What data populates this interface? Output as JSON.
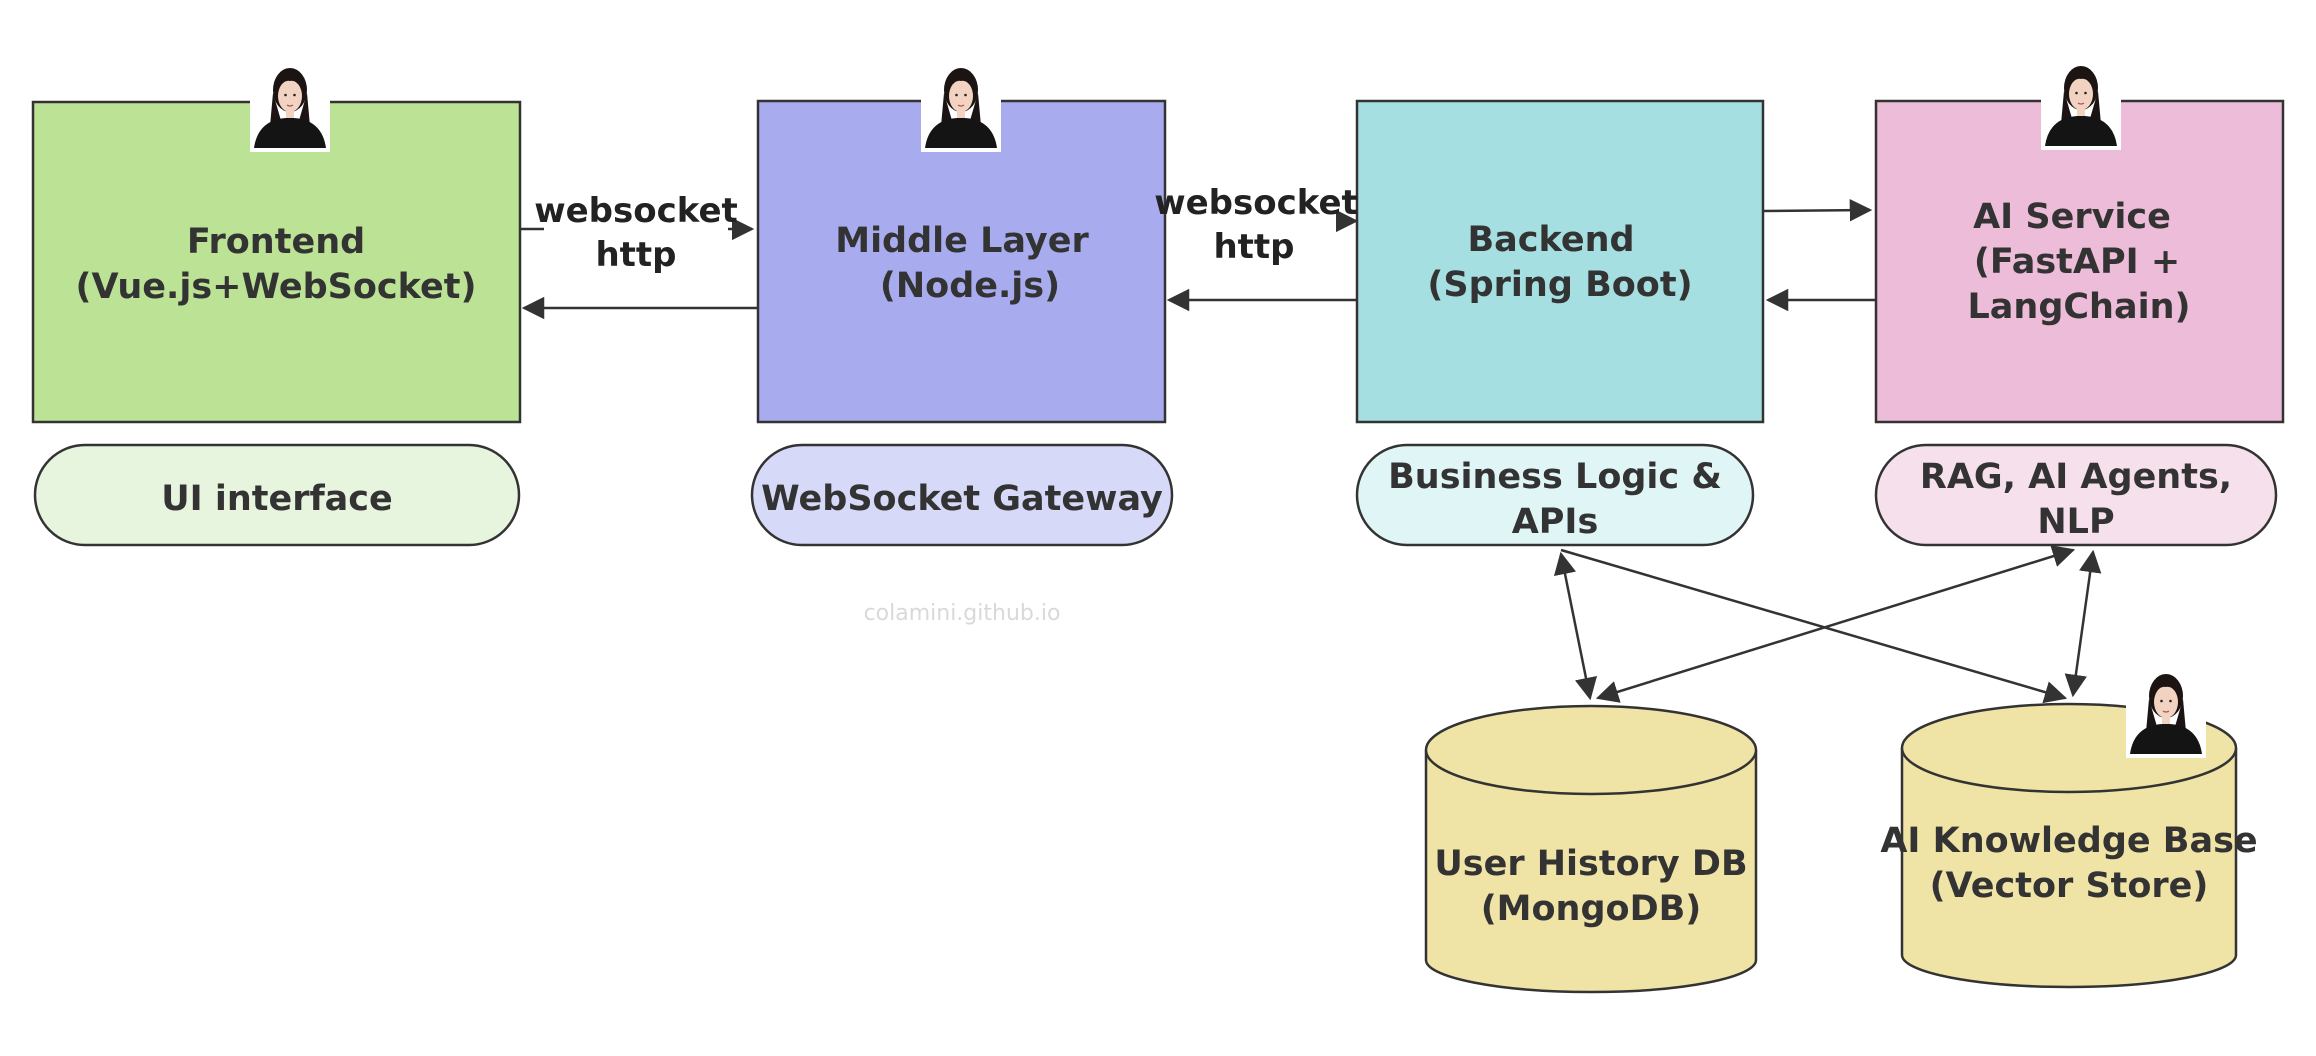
{
  "colors": {
    "frontend": "#bce395",
    "frontend_note": "#e8f5de",
    "middle": "#a8acef",
    "middle_note": "#d7d9f9",
    "backend": "#a5dfe1",
    "backend_note": "#e0f5f6",
    "ai": "#ecbcd8",
    "ai_note": "#f5e0ec",
    "db": "#f0e3a6",
    "stroke": "#333333",
    "avatar_skin": "#f2d2c0",
    "avatar_hair": "#1c1412"
  },
  "nodes": {
    "frontend": {
      "line1": "Frontend",
      "line2": "(Vue.js+WebSocket)",
      "note": "UI interface"
    },
    "middle": {
      "line1": "Middle Layer",
      "line2": "(Node.js)",
      "note": "WebSocket Gateway"
    },
    "backend": {
      "line1": "Backend",
      "line2": "(Spring Boot)",
      "note_line1": "Business Logic &",
      "note_line2": "APIs"
    },
    "ai": {
      "line1": "AI Service",
      "line2": "(FastAPI +",
      "line3": "LangChain)",
      "note_line1": "RAG, AI Agents,",
      "note_line2": "NLP"
    },
    "userdb": {
      "line1": "User History DB",
      "line2": "(MongoDB)"
    },
    "kb": {
      "line1": "AI Knowledge Base",
      "line2": "(Vector Store)"
    }
  },
  "edges": {
    "frontend_middle": {
      "line1": "websocket",
      "line2": "http"
    },
    "middle_backend": {
      "line1": "websocket",
      "line2": "http"
    }
  },
  "watermark": "colamini.github.io"
}
